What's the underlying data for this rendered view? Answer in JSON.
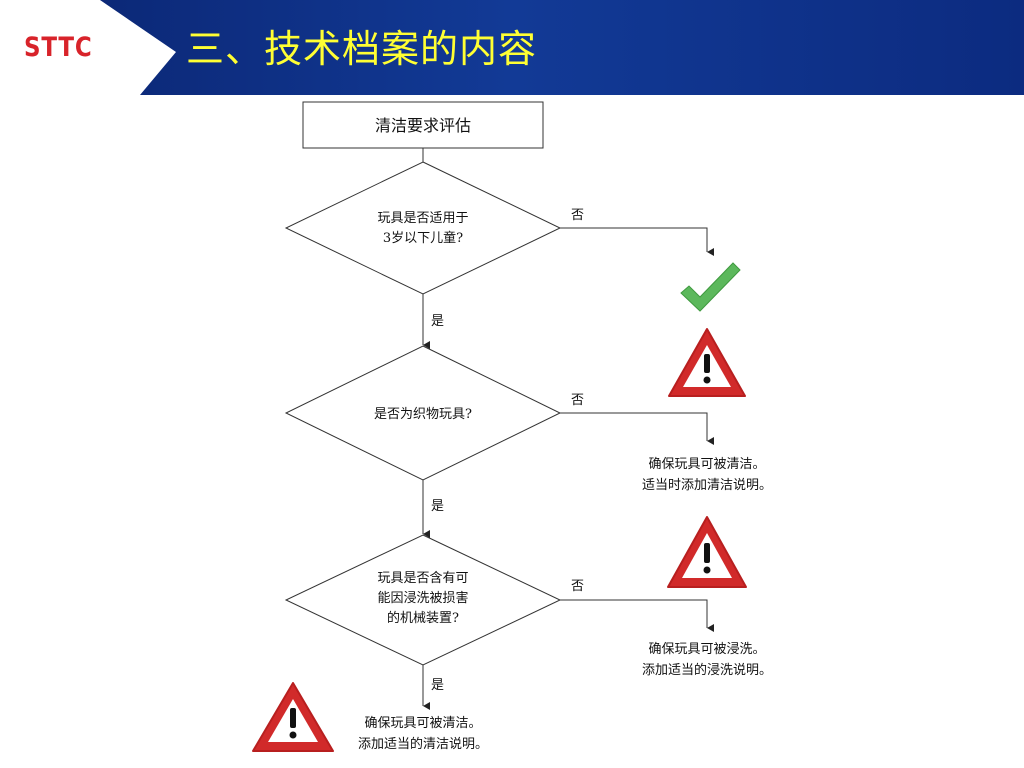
{
  "header": {
    "logo_text": "STTC",
    "title": "三、技术档案的内容"
  },
  "colors": {
    "header_blue": "#0e2f86",
    "logo_red": "#d8232a",
    "title_yellow": "#ffff33",
    "warning_red": "#d12a2a",
    "check_green": "#5cb85c"
  },
  "flowchart": {
    "start_box": "清洁要求评估",
    "decision_1": {
      "line_1": "玩具是否适用于",
      "line_2": "3岁以下儿童?"
    },
    "decision_2": {
      "line_1": "是否为织物玩具?"
    },
    "decision_3": {
      "line_1": "玩具是否含有可",
      "line_2": "能因浸洗被损害",
      "line_3": "的机械装置?"
    },
    "yes_label": "是",
    "no_label": "否",
    "result_2": {
      "line_1": "确保玩具可被清洁。",
      "line_2": "适当时添加清洁说明。"
    },
    "result_3": {
      "line_1": "确保玩具可被浸洗。",
      "line_2": "添加适当的浸洗说明。"
    },
    "result_final": {
      "line_1": "确保玩具可被清洁。",
      "line_2": "添加适当的清洁说明。"
    },
    "icons": [
      "checkmark-icon",
      "warning-icon"
    ]
  }
}
